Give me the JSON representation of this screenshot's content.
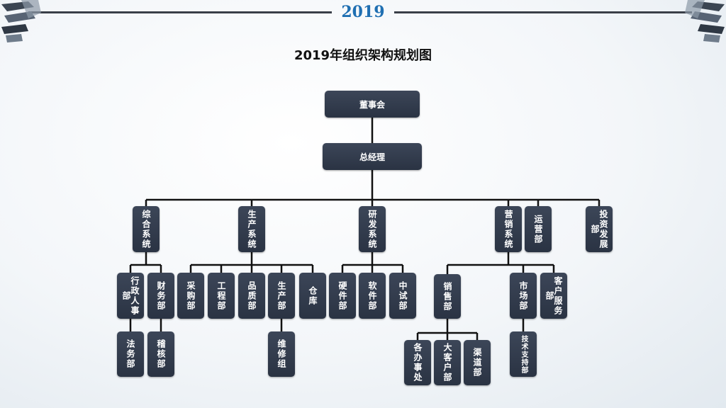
{
  "header": {
    "year": "2019",
    "title": "2019年组织架构规划图"
  },
  "org": {
    "board": "董事会",
    "gm": "总经理",
    "divisions": {
      "general": "综合系统",
      "production": "生产系统",
      "rnd": "研发系统",
      "marketing": "营销系统",
      "operations": "运营部",
      "investment": "投资发展部"
    },
    "general_depts": {
      "admin_hr": "行政人事部",
      "finance": "财务部",
      "legal": "法务部",
      "audit": "稽核部"
    },
    "production_depts": {
      "purchasing": "采购部",
      "engineering": "工程部",
      "quality": "品质部",
      "production": "生产部",
      "warehouse": "仓库",
      "maintenance": "维修组"
    },
    "rnd_depts": {
      "hardware": "硬件部",
      "software": "软件部",
      "testing": "中试部"
    },
    "marketing_depts": {
      "sales": "销售部",
      "market": "市场部",
      "customer_service": "客户服务部",
      "offices": "各办事处",
      "key_accounts": "大客户部",
      "channels": "渠道部",
      "tech_support": "技术支持部"
    }
  }
}
